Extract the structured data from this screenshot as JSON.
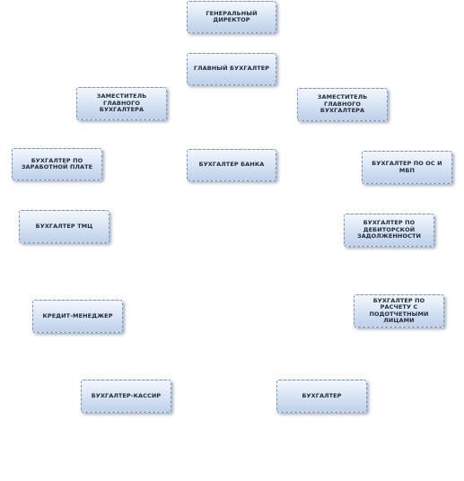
{
  "nodes": {
    "general_director": "ГЕНЕРАЛЬНЫЙ ДИРЕКТОР",
    "chief_accountant": "ГЛАВНЫЙ БУХГАЛТЕР",
    "deputy_chief_left": "ЗАМЕСТИТЕЛЬ ГЛАВНОГО БУХГАЛТЕРА",
    "deputy_chief_right": "ЗАМЕСТИТЕЛЬ ГЛАВНОГО БУХГАЛТЕРА",
    "salary_accountant": "БУХГАЛТЕР ПО ЗАРАБОТНОЙ ПЛАТЕ",
    "bank_accountant": "БУХГАЛТЕР БАНКА",
    "fixed_assets_accountant": "БУХГАЛТЕР ПО ОС И МБП",
    "inventory_accountant": "БУХГАЛТЕР ТМЦ",
    "receivables_accountant": "БУХГАЛТЕР ПО ДЕБИТОРСКОЙ ЗАДОЛЖЕННОСТИ",
    "credit_manager": "КРЕДИТ-МЕНЕДЖЕР",
    "accountable_persons_accountant": "БУХГАЛТЕР ПО РАСЧЕТУ С ПОДОТЧЕТНЫМИ ЛИЦАМИ",
    "cashier_accountant": "БУХГАЛТЕР-КАССИР",
    "accountant": "БУХГАЛТЕР"
  },
  "colors": {
    "box_top": "#f3f7fd",
    "box_bottom": "#bfd0ea",
    "box_border": "#8094b4",
    "text": "#1f2a3a"
  }
}
